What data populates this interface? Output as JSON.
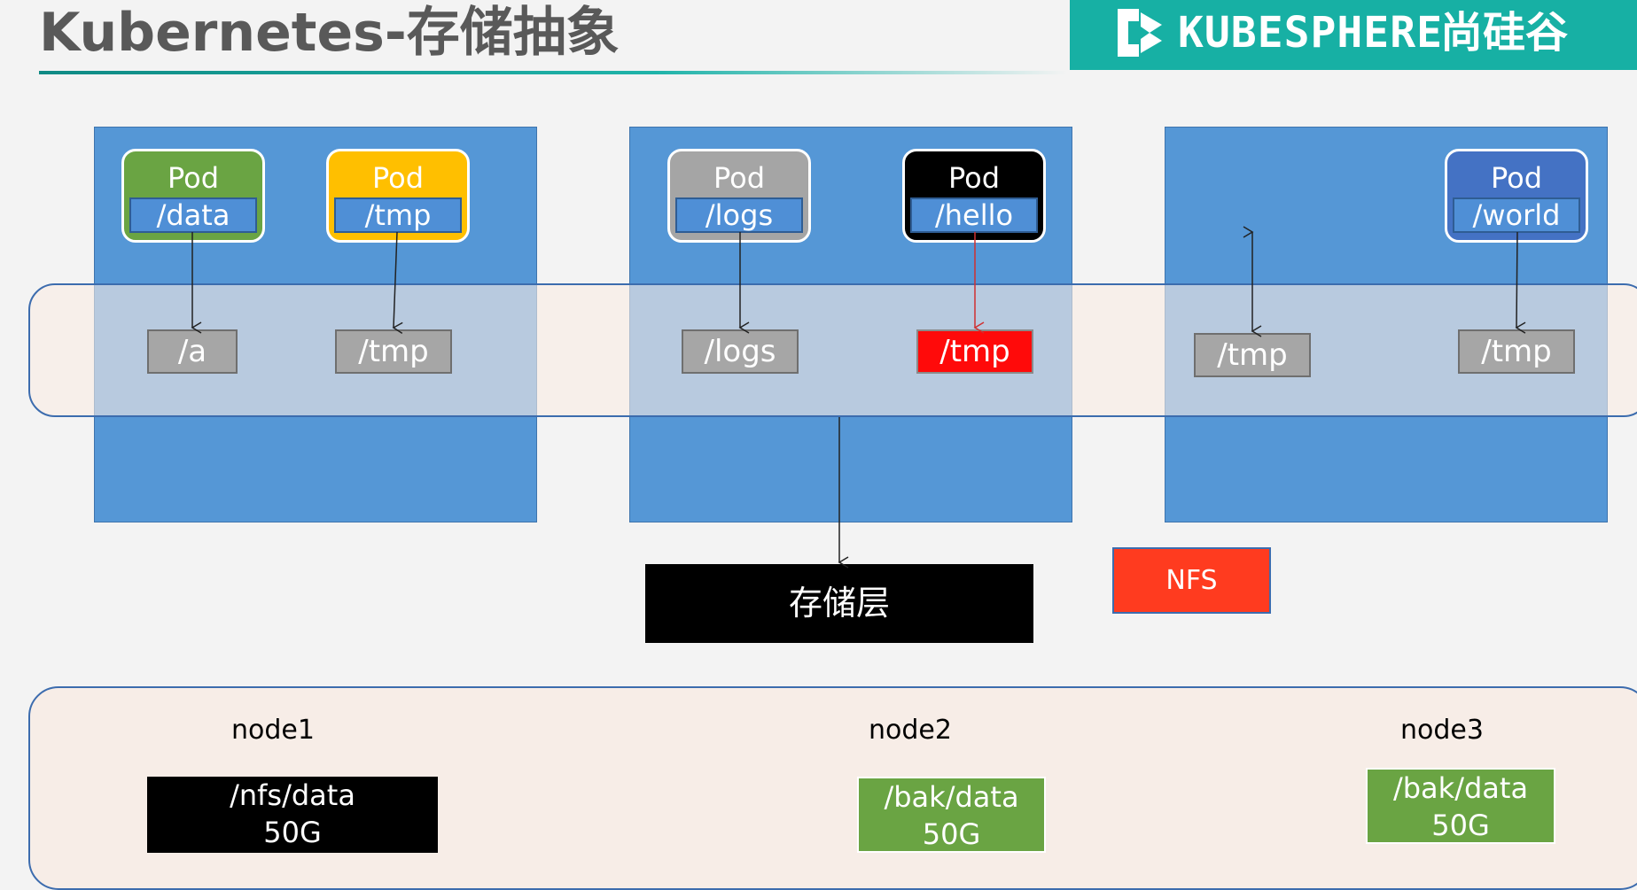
{
  "header": {
    "title": "Kubernetes-存储抽象",
    "brand_name": "KUBESPHERE",
    "brand_partner": "尚硅谷",
    "accent_color": "#17b0a4"
  },
  "pods": [
    {
      "label": "Pod",
      "path": "/data",
      "color": "#6aa443"
    },
    {
      "label": "Pod",
      "path": "/tmp",
      "color": "#ffbf00"
    },
    {
      "label": "Pod",
      "path": "/logs",
      "color": "#a5a5a5"
    },
    {
      "label": "Pod",
      "path": "/hello",
      "color": "#000000"
    },
    {
      "label": "Pod",
      "path": "/world",
      "color": "#4472c4"
    }
  ],
  "volumes": [
    {
      "path": "/a"
    },
    {
      "path": "/tmp"
    },
    {
      "path": "/logs"
    },
    {
      "path": "/tmp",
      "highlight_color": "#ff0a0a"
    },
    {
      "path": "/tmp"
    },
    {
      "path": "/tmp"
    }
  ],
  "storage_layer": {
    "label": "存储层"
  },
  "nfs": {
    "label": "NFS",
    "color": "#ff3b1f"
  },
  "nodes": [
    {
      "name": "node1",
      "disk_path": "/nfs/data",
      "disk_size": "50G",
      "disk_color": "#000000"
    },
    {
      "name": "node2",
      "disk_path": "/bak/data",
      "disk_size": "50G",
      "disk_color": "#6aa443"
    },
    {
      "name": "node3",
      "disk_path": "/bak/data",
      "disk_size": "50G",
      "disk_color": "#6aa443"
    }
  ]
}
